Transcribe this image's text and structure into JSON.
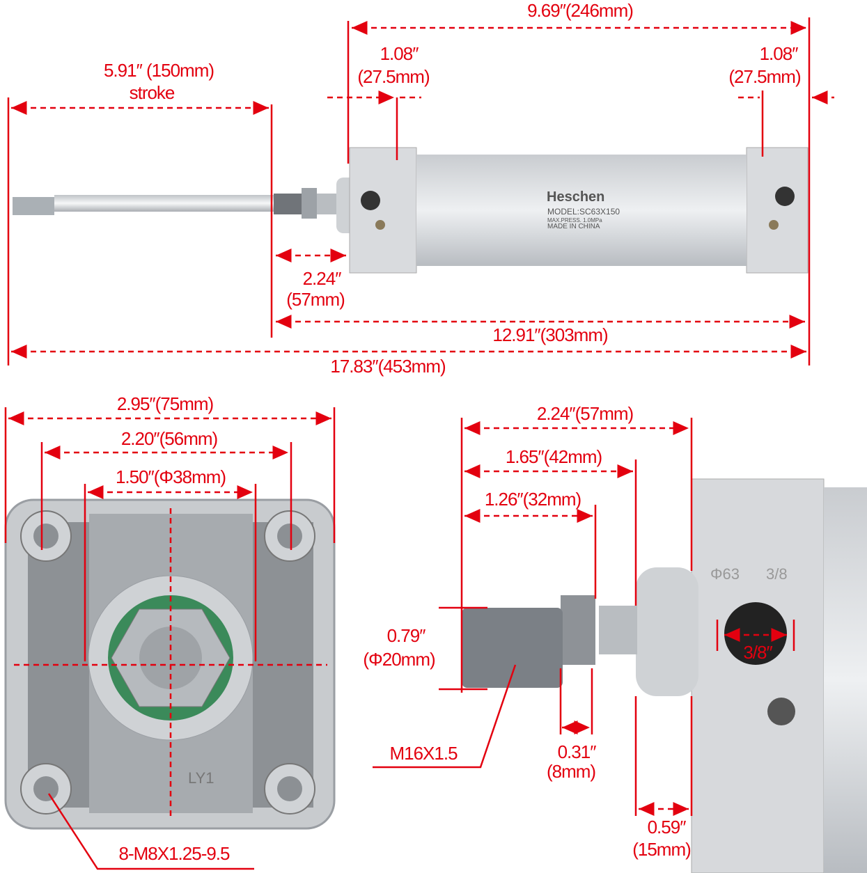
{
  "product": {
    "brand": "Heschen",
    "model": "MODEL:SC63X150",
    "pressure": "MAX.PRESS.  1.0MPa",
    "origin": "MADE IN CHINA",
    "port_marks": [
      "Φ63",
      "3/8"
    ],
    "cast_mark": "LY1"
  },
  "side_view": {
    "total_body": "9.69″(246mm)",
    "cap_left_in": "1.08″",
    "cap_left_mm": "(27.5mm)",
    "cap_right_in": "1.08″",
    "cap_right_mm": "(27.5mm)",
    "stroke_value": "5.91″ (150mm)",
    "stroke_label": "stroke",
    "rod_ext_in": "2.24″",
    "rod_ext_mm": "(57mm)",
    "retracted_length": "12.91″(303mm)",
    "extended_length": "17.83″(453mm)"
  },
  "end_view": {
    "outer_width": "2.95″(75mm)",
    "bolt_spacing": "2.20″(56mm)",
    "boss_diameter": "1.50″(Φ38mm)",
    "bolts": "8-M8X1.25-9.5"
  },
  "rod_detail": {
    "to_body": "2.24″(57mm)",
    "to_boss": "1.65″(42mm)",
    "thread_length": "1.26″(32mm)",
    "rod_dia_in": "0.79″",
    "rod_dia_mm": "(Φ20mm)",
    "thread": "M16X1.5",
    "nut_in": "0.31″",
    "nut_mm": "(8mm)",
    "boss_in": "0.59″",
    "boss_mm": "(15mm)",
    "port": "3/8″"
  },
  "colors": {
    "dimension": "#e3000f",
    "body": "#d7d9dc",
    "body_dark": "#9a9ea3"
  }
}
